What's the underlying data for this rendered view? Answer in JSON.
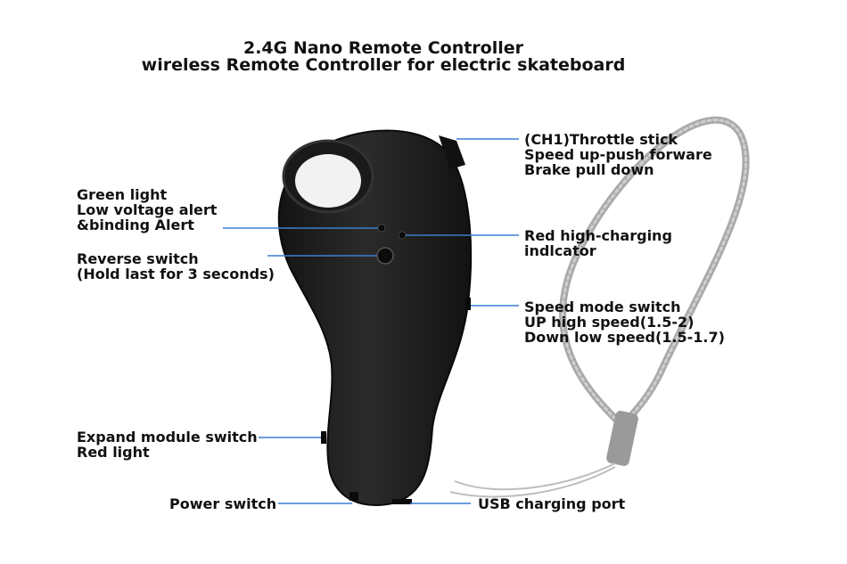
{
  "title": {
    "line1": "2.4G Nano Remote Controller",
    "line2": "wireless Remote Controller for electric skateboard"
  },
  "callouts": {
    "throttle": [
      "(CH1)Throttle stick",
      "Speed up-push forware",
      "Brake pull down"
    ],
    "green_light": [
      "Green light",
      "Low voltage alert",
      "&binding Alert"
    ],
    "reverse": [
      "Reverse switch",
      "(Hold last for 3 seconds)"
    ],
    "red_charging": [
      "Red high-charging",
      "indlcator"
    ],
    "speed_mode": [
      "Speed mode switch",
      "UP high speed(1.5-2)",
      "Down low speed(1.5-1.7)"
    ],
    "expand": [
      "Expand module switch",
      "Red light"
    ],
    "power": [
      "Power switch"
    ],
    "usb": [
      "USB charging port"
    ]
  },
  "colors": {
    "leader_line": "#3a7fd0",
    "remote_body": "#1e1e1e",
    "strap": "#a9a9a9"
  }
}
